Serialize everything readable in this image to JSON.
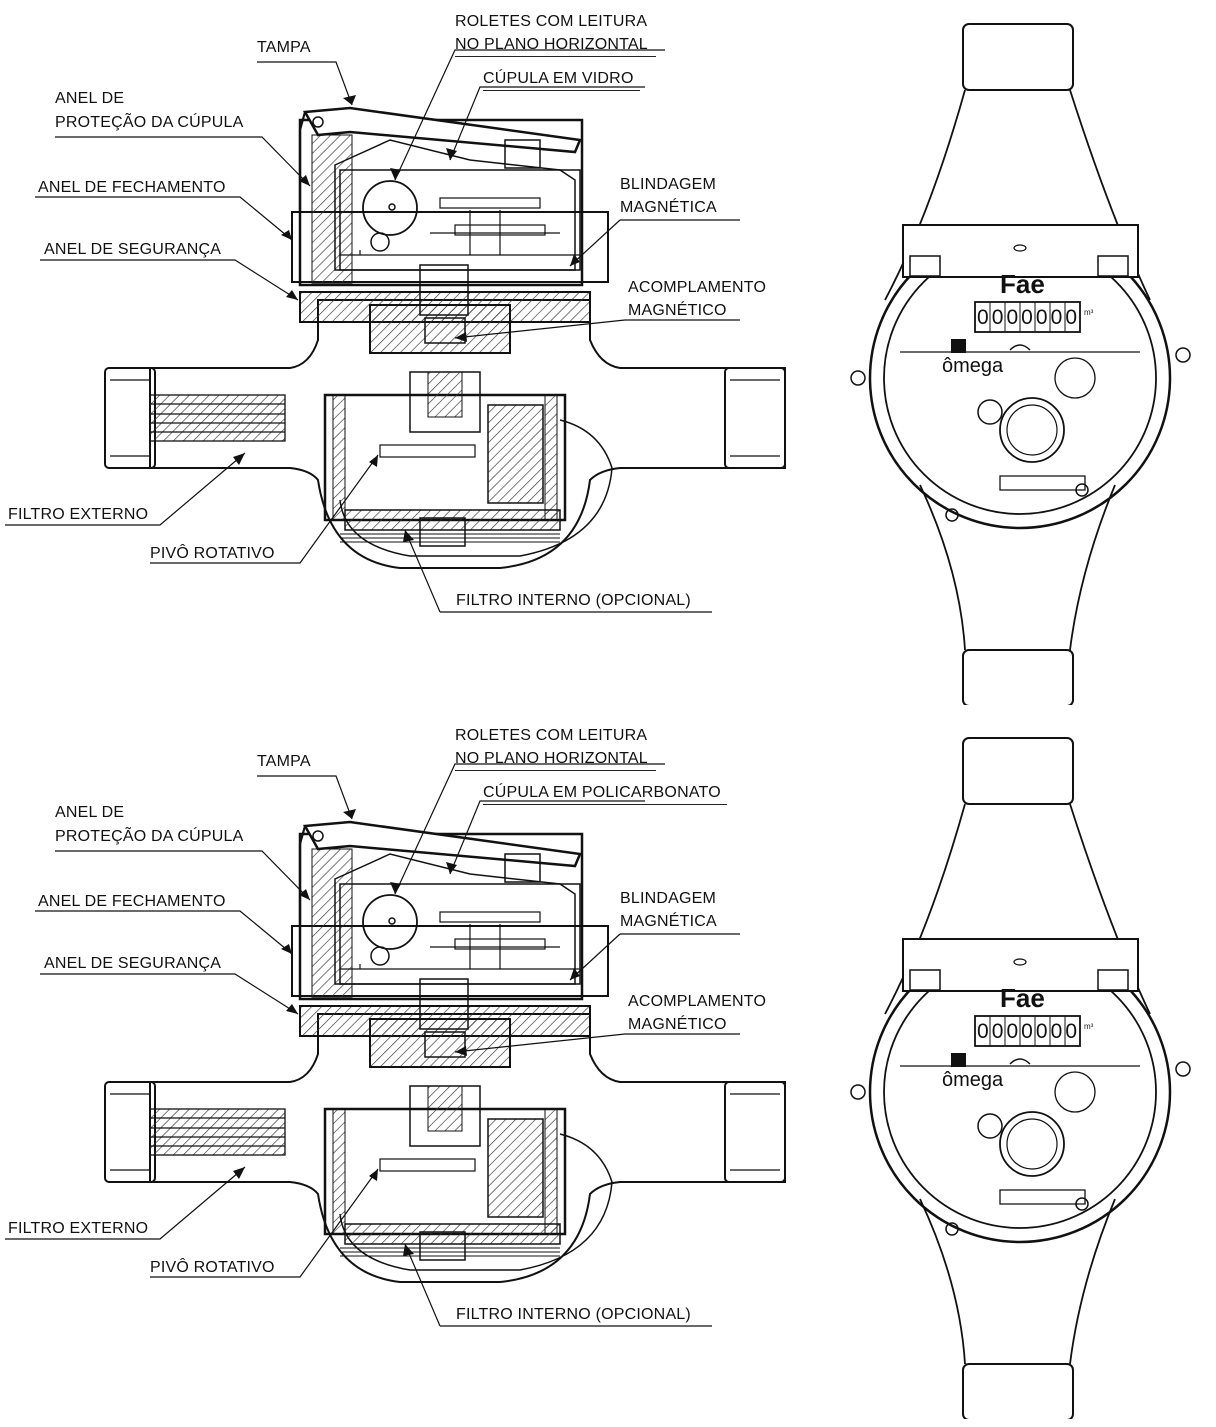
{
  "panels": [
    {
      "labels": {
        "tampa": "TAMPA",
        "roletes_1": "ROLETES COM LEITURA",
        "roletes_2": "NO PLANO HORIZONTAL",
        "cupula": "CÚPULA EM VIDRO",
        "anel_protecao_1": "ANEL DE",
        "anel_protecao_2": "PROTEÇÃO DA CÚPULA",
        "anel_fechamento": "ANEL DE FECHAMENTO",
        "blindagem_1": "BLINDAGEM",
        "blindagem_2": "MAGNÉTICA",
        "anel_seguranca": "ANEL DE SEGURANÇA",
        "acoplamento_1": "ACOMPLAMENTO",
        "acoplamento_2": "MAGNÉTICO",
        "filtro_externo": "FILTRO EXTERNO",
        "pivo": "PIVÔ ROTATIVO",
        "filtro_interno": "FILTRO INTERNO (OPCIONAL)"
      },
      "meter": {
        "brand": "Fae",
        "model": "ômega",
        "counter": "0000000",
        "unit": "m³"
      }
    },
    {
      "labels": {
        "tampa": "TAMPA",
        "roletes_1": "ROLETES COM LEITURA",
        "roletes_2": "NO PLANO HORIZONTAL",
        "cupula": "CÚPULA EM POLICARBONATO",
        "anel_protecao_1": "ANEL DE",
        "anel_protecao_2": "PROTEÇÃO DA CÚPULA",
        "anel_fechamento": "ANEL DE FECHAMENTO",
        "blindagem_1": "BLINDAGEM",
        "blindagem_2": "MAGNÉTICA",
        "anel_seguranca": "ANEL DE SEGURANÇA",
        "acoplamento_1": "ACOMPLAMENTO",
        "acoplamento_2": "MAGNÉTICO",
        "filtro_externo": "FILTRO EXTERNO",
        "pivo": "PIVÔ ROTATIVO",
        "filtro_interno": "FILTRO INTERNO (OPCIONAL)"
      },
      "meter": {
        "brand": "Fae",
        "model": "ômega",
        "counter": "0000000",
        "unit": "m³"
      }
    }
  ]
}
